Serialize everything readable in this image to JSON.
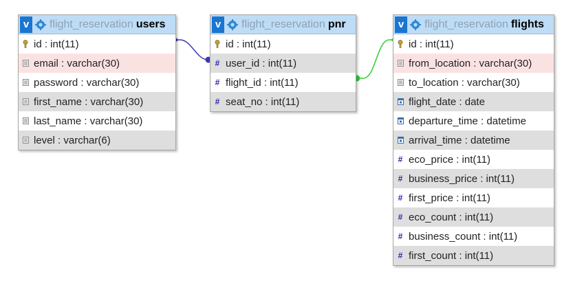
{
  "tables": {
    "users": {
      "db": "flight_reservation",
      "name": "users",
      "toggle": "v",
      "columns": [
        {
          "text": "id : int(11)",
          "type": "key"
        },
        {
          "text": "email : varchar(30)",
          "type": "text"
        },
        {
          "text": "password : varchar(30)",
          "type": "text"
        },
        {
          "text": "first_name : varchar(30)",
          "type": "text"
        },
        {
          "text": "last_name : varchar(30)",
          "type": "text"
        },
        {
          "text": "level : varchar(6)",
          "type": "text"
        }
      ]
    },
    "pnr": {
      "db": "flight_reservation",
      "name": "pnr",
      "toggle": "v",
      "columns": [
        {
          "text": "id : int(11)",
          "type": "key"
        },
        {
          "text": "user_id : int(11)",
          "type": "number"
        },
        {
          "text": "flight_id : int(11)",
          "type": "number"
        },
        {
          "text": "seat_no : int(11)",
          "type": "number"
        }
      ]
    },
    "flights": {
      "db": "flight_reservation",
      "name": "flights",
      "toggle": "v",
      "columns": [
        {
          "text": "id : int(11)",
          "type": "key"
        },
        {
          "text": "from_location : varchar(30)",
          "type": "text"
        },
        {
          "text": "to_location : varchar(30)",
          "type": "text"
        },
        {
          "text": "flight_date : date",
          "type": "date"
        },
        {
          "text": "departure_time : datetime",
          "type": "date"
        },
        {
          "text": "arrival_time : datetime",
          "type": "date"
        },
        {
          "text": "eco_price : int(11)",
          "type": "number"
        },
        {
          "text": "business_price : int(11)",
          "type": "number"
        },
        {
          "text": "first_price : int(11)",
          "type": "number"
        },
        {
          "text": "eco_count : int(11)",
          "type": "number"
        },
        {
          "text": "business_count : int(11)",
          "type": "number"
        },
        {
          "text": "first_count : int(11)",
          "type": "number"
        }
      ]
    }
  },
  "relations": [
    {
      "from": "pnr.user_id",
      "to": "users.id",
      "color": "#3a3ab0"
    },
    {
      "from": "pnr.flight_id",
      "to": "flights.id",
      "color": "#33cc33"
    }
  ],
  "colors": {
    "header_bg": "#bedcf5",
    "toggle_bg": "#1976d2",
    "row_alt": "#dedede",
    "row_highlight": "#fbe2e2",
    "db_name": "#8ca2b6"
  }
}
